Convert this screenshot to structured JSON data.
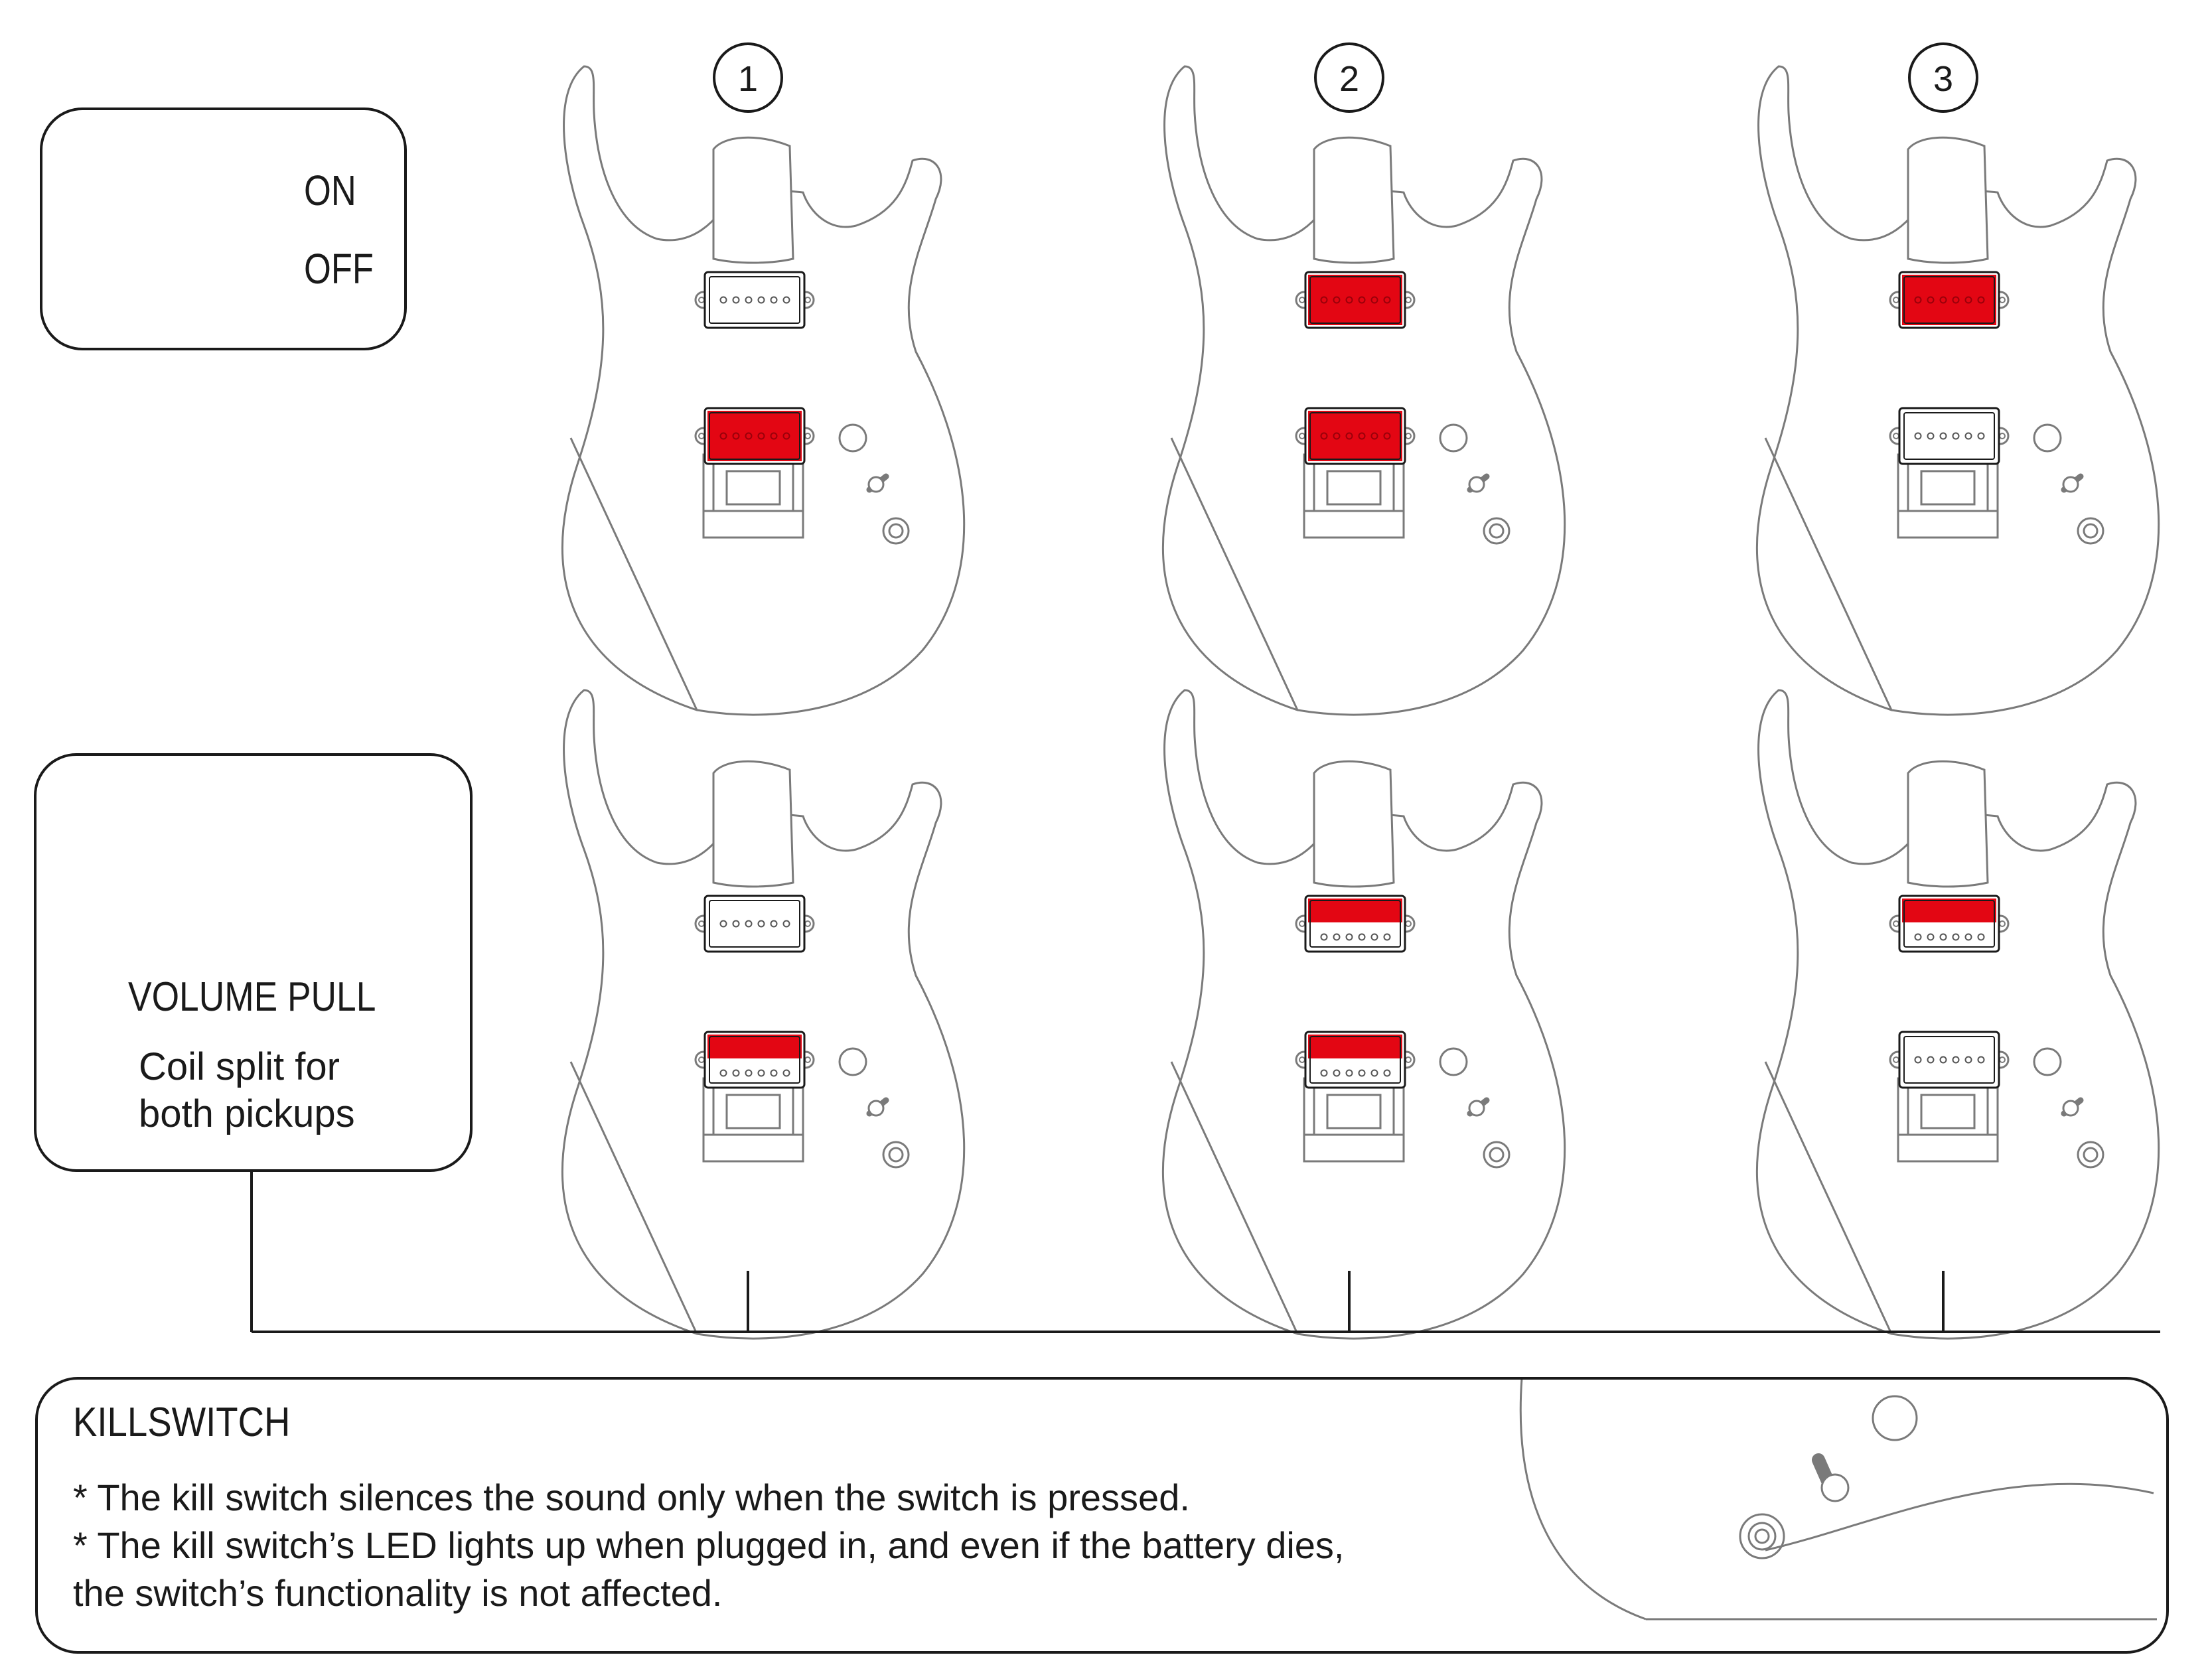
{
  "legend": {
    "on_label": "ON",
    "off_label": "OFF",
    "on_color": "#e30613",
    "off_color": "#ffffff"
  },
  "positions": [
    "1",
    "2",
    "3"
  ],
  "volume_pull": {
    "title": "VOLUME PULL",
    "line1": "Coil split for",
    "line2": "both pickups",
    "icon": "volume-pull-knob-icon"
  },
  "killswitch": {
    "title": "KILLSWITCH",
    "note1": "* The kill switch silences the sound only when the switch is pressed.",
    "note2": "* The kill switch’s LED lights up when plugged in, and even if the battery dies,",
    "note3": "the switch’s functionality is not affected."
  },
  "pickup_states": {
    "row1": [
      {
        "neck": "off",
        "bridge": "full"
      },
      {
        "neck": "full",
        "bridge": "full"
      },
      {
        "neck": "full",
        "bridge": "off"
      }
    ],
    "row2": [
      {
        "neck": "off",
        "bridge": "split"
      },
      {
        "neck": "split",
        "bridge": "split"
      },
      {
        "neck": "split",
        "bridge": "off"
      }
    ]
  },
  "colors": {
    "accent": "#e30613",
    "line": "#1a1a1a",
    "outline": "#777777"
  }
}
